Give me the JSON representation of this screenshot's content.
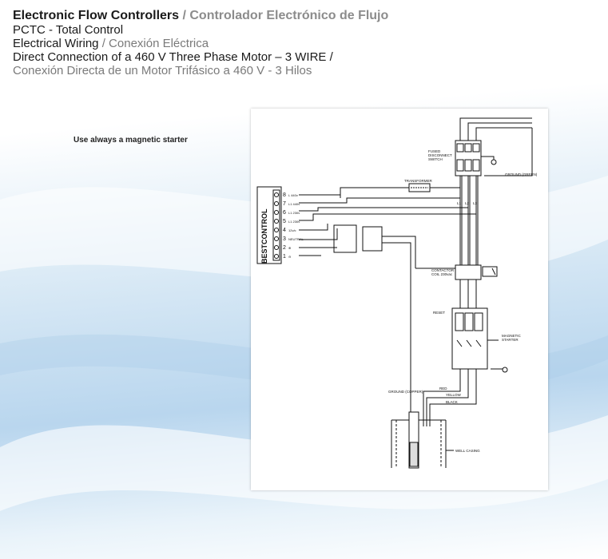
{
  "header": {
    "title_en": "Electronic Flow Controllers",
    "title_sep": " / ",
    "title_es": "Controlador Electrónico de Flujo",
    "product": "PCTC - Total Control",
    "wiring_en": "Electrical Wiring",
    "wiring_sep": " / ",
    "wiring_es": "Conexión Eléctrica",
    "connection_en": "Direct Connection of a 460 V Three Phase Motor – 3 WIRE /",
    "connection_es": "Conexión Directa de un Motor Trifásico a 460 V - 3 Hilos"
  },
  "note": "Use always a magnetic starter",
  "diagram": {
    "brand": "BESTCONTROL",
    "terminals": [
      {
        "num": "8",
        "label": "L 440v"
      },
      {
        "num": "7",
        "label": "L1 440v"
      },
      {
        "num": "6",
        "label": "L1 230v"
      },
      {
        "num": "5",
        "label": "L1 230v"
      },
      {
        "num": "4",
        "label": "12v/c"
      },
      {
        "num": "3",
        "label": "NEUTRAL"
      },
      {
        "num": "2",
        "label": "⊕"
      },
      {
        "num": "1",
        "label": "⊖"
      }
    ],
    "fused_switch": "FUSED\nDISCONNECT\nSWITCH",
    "ground_green": "GROUND (GREEN)",
    "transformer": "TRANSFORMER",
    "lines": [
      "L1",
      "L2",
      "L3"
    ],
    "contactor": "CONTACTOR\nCOIL 230vac",
    "reset": "RESET",
    "magnetic_starter": "MAGNETIC\nSTARTER",
    "ground_copper": "GROUND (COPPER)",
    "wire_colors": [
      "RED",
      "YELLOW",
      "BLACK"
    ],
    "well_casing": "WELL CASING"
  }
}
